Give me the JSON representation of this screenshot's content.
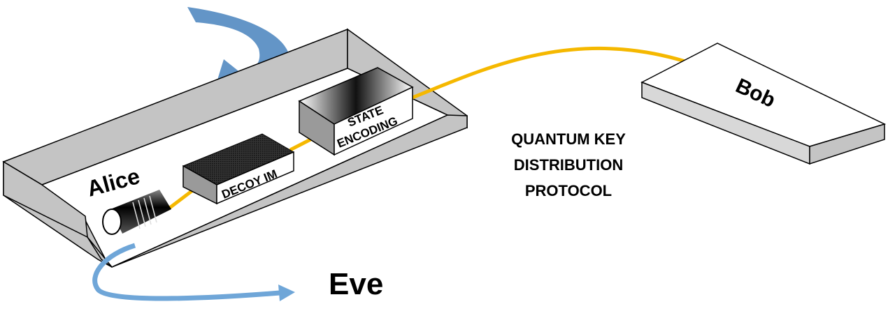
{
  "labels": {
    "alice": "Alice",
    "bob": "Bob",
    "eve": "Eve",
    "decoy": "DECOY IM",
    "state_line1": "STATE",
    "state_line2": "ENCODING",
    "protocol_line1": "QUANTUM KEY",
    "protocol_line2": "DISTRIBUTION",
    "protocol_line3": "PROTOCOL"
  },
  "colors": {
    "fiber": "#f5b800",
    "arrow": "#5b8fc4",
    "eve_arrow": "#6fa6d8",
    "wall": "#c4c4c4"
  }
}
